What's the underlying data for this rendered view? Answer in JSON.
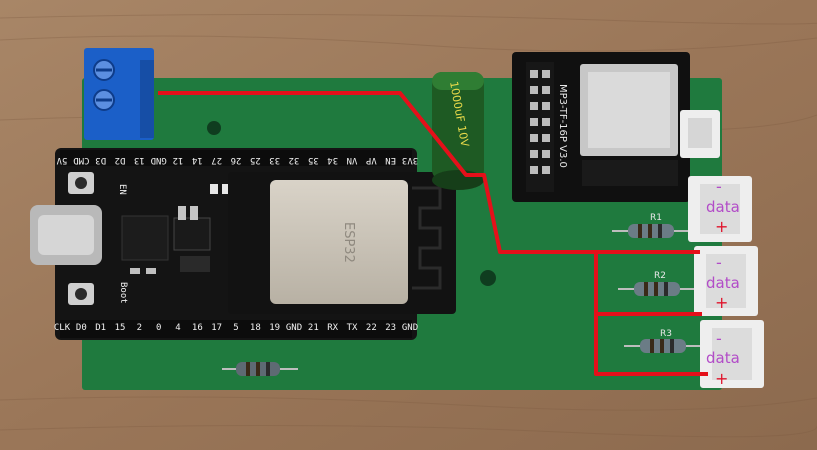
{
  "esp32": {
    "pins_top": [
      "3V3",
      "EN",
      "VP",
      "VN",
      "34",
      "35",
      "32",
      "33",
      "25",
      "26",
      "27",
      "14",
      "12",
      "GND",
      "13",
      "D2",
      "D3",
      "CMD",
      "5V"
    ],
    "pins_bottom": [
      "CLK",
      "D0",
      "D1",
      "15",
      "2",
      "0",
      "4",
      "16",
      "17",
      "5",
      "18",
      "19",
      "GND",
      "21",
      "RX",
      "TX",
      "22",
      "23",
      "GND"
    ],
    "button_en": "EN",
    "button_boot": "Boot",
    "module_label": "ESP32"
  },
  "mp3_module": {
    "label": "MP3-TF-16P V3.0"
  },
  "capacitor": {
    "label": "1000uF 10V"
  },
  "resistors": [
    {
      "label": "R1"
    },
    {
      "label": "R2"
    },
    {
      "label": "R3"
    }
  ],
  "connectors": [
    {
      "minus": "-",
      "data": "data",
      "plus": "+"
    },
    {
      "minus": "-",
      "data": "data",
      "plus": "+"
    },
    {
      "minus": "-",
      "data": "data",
      "plus": "+"
    }
  ],
  "colors": {
    "wood": "#9b7a5c",
    "pcb": "#1f7a3e",
    "wire": "#e5101a",
    "label_purple": "#b24cc8",
    "label_red": "#e0142c",
    "terminal_blue": "#1b5fc8"
  }
}
